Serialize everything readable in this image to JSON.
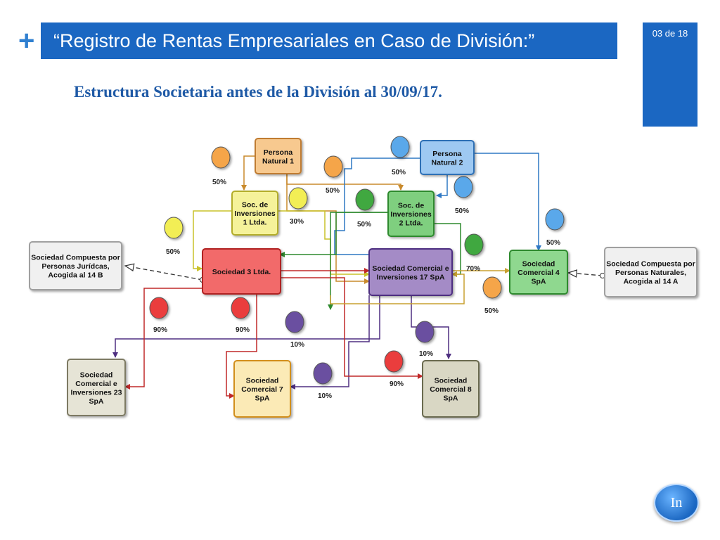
{
  "header": {
    "plus_symbol": "+",
    "title": "“Registro de Rentas Empresariales en Caso de División:”",
    "page_indicator": "03 de 18"
  },
  "subtitle": "Estructura Societaria antes de la División al 30/09/17.",
  "nav": {
    "in_label": "In"
  },
  "diagram": {
    "nodes": [
      {
        "id": "pn1",
        "label": [
          "Persona",
          "Natural 1"
        ],
        "fill": "#f7c98f",
        "stroke": "#c07c30"
      },
      {
        "id": "pn2",
        "label": [
          "Persona",
          "Natural 2"
        ],
        "fill": "#9ec9f2",
        "stroke": "#2f6fb5"
      },
      {
        "id": "soc1",
        "label": [
          "Soc. de",
          "Inversiones",
          "1 Ltda."
        ],
        "fill": "#f5f29a",
        "stroke": "#b3ad2a"
      },
      {
        "id": "soc2",
        "label": [
          "Soc. de",
          "Inversiones",
          "2 Ltda."
        ],
        "fill": "#7fcf7f",
        "stroke": "#2f8a2f"
      },
      {
        "id": "s3",
        "label": [
          "Sociedad 3 Ltda."
        ],
        "fill": "#f26b6b",
        "stroke": "#b02020"
      },
      {
        "id": "sc17",
        "label": [
          "Sociedad Comercial e",
          "Inversiones 17 SpA"
        ],
        "fill": "#a48bc6",
        "stroke": "#4e2f80"
      },
      {
        "id": "sc4",
        "label": [
          "Sociedad",
          "Comercial 4",
          "SpA"
        ],
        "fill": "#8fd88f",
        "stroke": "#2f8a2f"
      },
      {
        "id": "sc23",
        "label": [
          "Sociedad",
          "Comercial e",
          "Inversiones 23",
          "SpA"
        ],
        "fill": "#e6e4d6",
        "stroke": "#7d7a63"
      },
      {
        "id": "sc7",
        "label": [
          "Sociedad",
          "Comercial 7",
          "SpA"
        ],
        "fill": "#fbeab6",
        "stroke": "#d28f1e"
      },
      {
        "id": "sc8",
        "label": [
          "Sociedad",
          "Comercial 8",
          "SpA"
        ],
        "fill": "#d9d7c4",
        "stroke": "#6b6a4f"
      },
      {
        "id": "sc_pj",
        "label": [
          "Sociedad Compuesta por",
          "Personas Jurídcas,",
          "Acogida al 14 B"
        ],
        "fill": "#f0f0f0",
        "stroke": "#a0a0a0"
      },
      {
        "id": "sc_pn",
        "label": [
          "Sociedad Compuesta por",
          "Personas Naturales,",
          "Acogida al 14 A"
        ],
        "fill": "#f0f0f0",
        "stroke": "#a0a0a0"
      }
    ],
    "percent_labels": [
      {
        "text": "50%"
      },
      {
        "text": "50%"
      },
      {
        "text": "50%"
      },
      {
        "text": "50%"
      },
      {
        "text": "30%"
      },
      {
        "text": "50%"
      },
      {
        "text": "50%"
      },
      {
        "text": "50%"
      },
      {
        "text": "70%"
      },
      {
        "text": "50%"
      },
      {
        "text": "90%"
      },
      {
        "text": "90%"
      },
      {
        "text": "10%"
      },
      {
        "text": "10%"
      },
      {
        "text": "10%"
      },
      {
        "text": "90%"
      }
    ],
    "circle_colors": {
      "orange": "#f5a54a",
      "blue": "#5aa8ea",
      "yellow": "#f2ee55",
      "green": "#3fa83f",
      "red": "#ea3d3d",
      "purple": "#6a4fa0"
    },
    "line_colors": {
      "orange": "#c98a2c",
      "blue": "#2f78c4",
      "yellow": "#c9c22a",
      "green": "#2f8a2f",
      "red": "#c02828",
      "purple": "#4e2f80",
      "tan": "#c9a030"
    }
  }
}
